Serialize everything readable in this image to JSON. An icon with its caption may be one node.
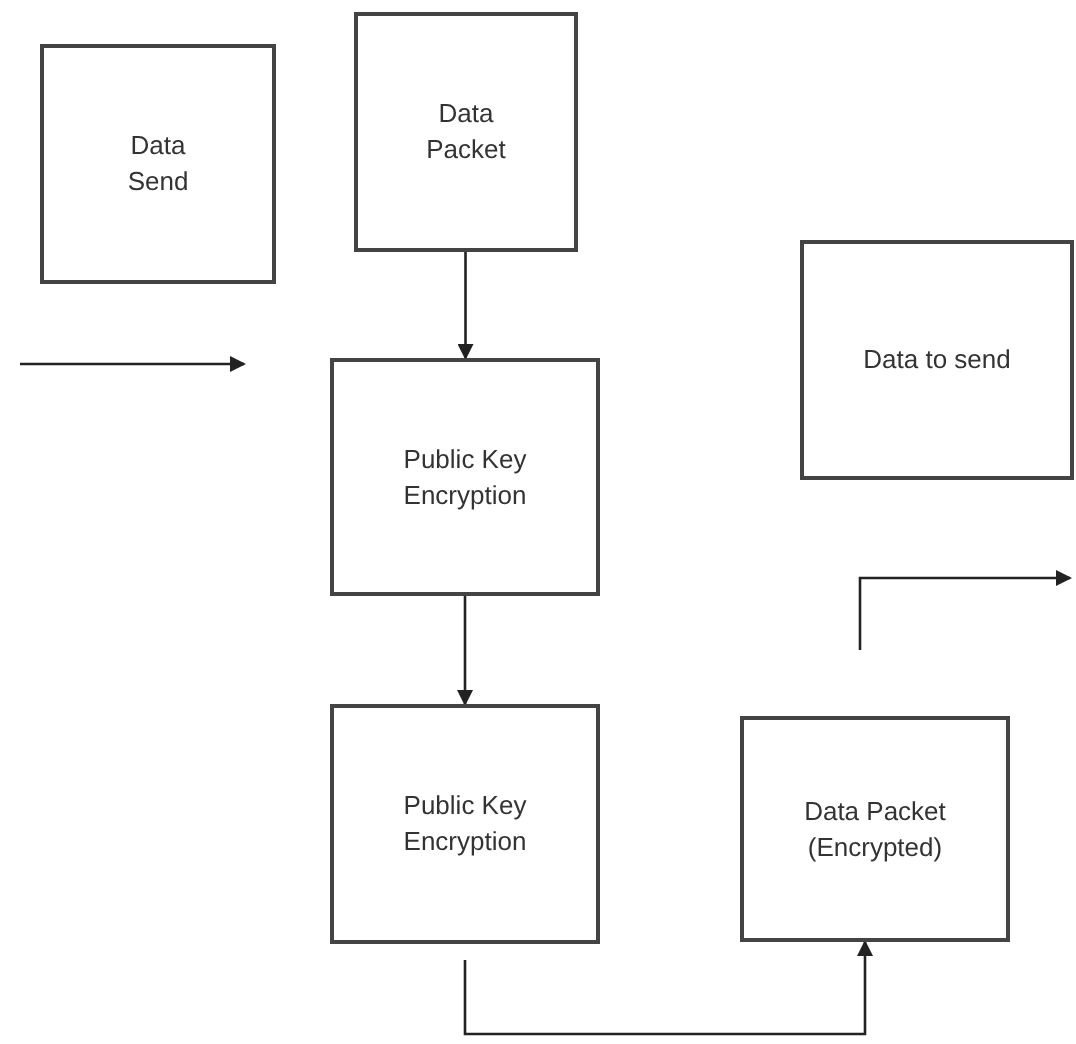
{
  "diagram": {
    "nodes": [
      {
        "text": [
          "Data Send"
        ]
      },
      {
        "text": [
          "Data Packet"
        ]
      },
      {
        "text": [
          "Public Key Encryption"
        ]
      },
      {
        "text": [
          "Data to send"
        ]
      },
      {
        "text": [
          "Public Key Encryption"
        ]
      },
      {
        "text": [
          "Data Packet (Encrypted)"
        ]
      }
    ],
    "edges": [
      {
        "from": 1,
        "to": 2,
        "arrow": "to"
      },
      {
        "from": 2,
        "to": 4,
        "arrow": "to"
      },
      {
        "from": 4,
        "to": 5,
        "arrow": "to"
      }
    ]
  }
}
